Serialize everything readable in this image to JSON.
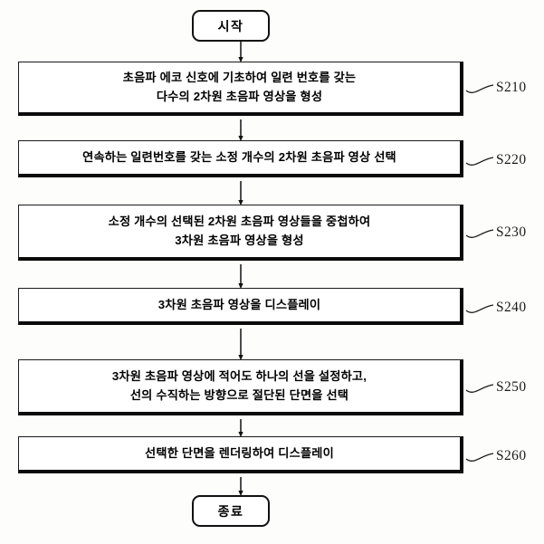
{
  "diagram": {
    "type": "flowchart",
    "orientation": "vertical",
    "language": "ko",
    "colors": {
      "background": "#fdfdfb",
      "node_fill": "#ffffff",
      "stroke": "#111111",
      "shadow": "#0b0b0b",
      "text": "#000000",
      "label_text": "#1a1a1a"
    },
    "start": {
      "label": "시작"
    },
    "end": {
      "label": "종료"
    },
    "steps": [
      {
        "id": "S210",
        "text": "초음파 에코 신호에 기초하여 일련 번호를 갖는\n다수의 2차원 초음파 영상을 형성",
        "label": "S210"
      },
      {
        "id": "S220",
        "text": "연속하는 일련번호를 갖는 소정 개수의 2차원 초음파 영상 선택",
        "label": "S220"
      },
      {
        "id": "S230",
        "text": "소정 개수의 선택된 2차원 초음파 영상들을 중첩하여\n3차원 초음파 영상을 형성",
        "label": "S230"
      },
      {
        "id": "S240",
        "text": "3차원 초음파 영상을 디스플레이",
        "label": "S240"
      },
      {
        "id": "S250",
        "text": "3차원 초음파 영상에 적어도 하나의 선을 설정하고,\n선의 수직하는 방향으로 절단된 단면을 선택",
        "label": "S250"
      },
      {
        "id": "S260",
        "text": "선택한 단면을 렌더링하여 디스플레이",
        "label": "S260"
      }
    ]
  }
}
